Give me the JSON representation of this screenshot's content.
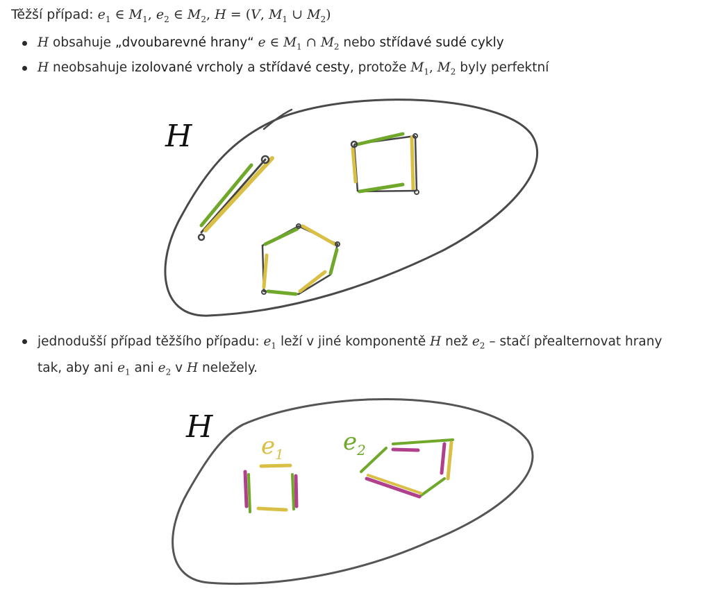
{
  "heading": {
    "prefix": "Těžší případ: ",
    "formula": {
      "e1": "e",
      "e1_sub": "1",
      "in1": " ∈ ",
      "M1": "M",
      "M1_sub": "1",
      "comma1": ", ",
      "e2": "e",
      "e2_sub": "2",
      "in2": " ∈ ",
      "M2": "M",
      "M2_sub": "2",
      "comma2": ", ",
      "H": "H",
      "eq": " = (",
      "V": "V",
      "comma3": ", ",
      "M1b": "M",
      "M1b_sub": "1",
      "cup": " ∪ ",
      "M2b": "M",
      "M2b_sub": "2",
      "close": ")"
    }
  },
  "bullets": [
    {
      "H": "H",
      "t1": " obsahuje ",
      "h1": "„dvoubarevné hrany“",
      "t2": " ",
      "e": "e",
      "in": " ∈ ",
      "M1": "M",
      "M1_sub": "1",
      "cap": " ∩ ",
      "M2": "M",
      "M2_sub": "2",
      "t3": " nebo ",
      "h2": "střídavé sudé cykly"
    },
    {
      "H": "H",
      "t1": " neobsahuje ",
      "h1": "izolované vrcholy",
      "t2": " a ",
      "h2": "střídavé cesty",
      "t3": ", protože ",
      "M1": "M",
      "M1_sub": "1",
      "comma": ", ",
      "M2": "M",
      "M2_sub": "2",
      "t4": " byly perfektní"
    },
    {
      "t1": "jednodušší případ těžšího případu: ",
      "e1": "e",
      "e1_sub": "1",
      "t2": " leží v jiné komponentě ",
      "H": "H",
      "t3": " než ",
      "e2": "e",
      "e2_sub": "2",
      "t4": " – stačí přealternovat hrany tak, aby ani ",
      "e1b": "e",
      "e1b_sub": "1",
      "t5": " ani ",
      "e2b": "e",
      "e2b_sub": "2",
      "t6": " v ",
      "Hb": "H",
      "t7": " neležely."
    }
  ],
  "figure1": {
    "label": "H"
  },
  "figure2": {
    "label": "H",
    "e1": "e",
    "e1_sub": "1",
    "e2": "e",
    "e2_sub": "2"
  },
  "colors": {
    "outline": "#4a4a4a",
    "yellow": "#d9bf45",
    "green": "#6fa82a",
    "magenta": "#b0408c",
    "text": "#2b2b2b"
  }
}
